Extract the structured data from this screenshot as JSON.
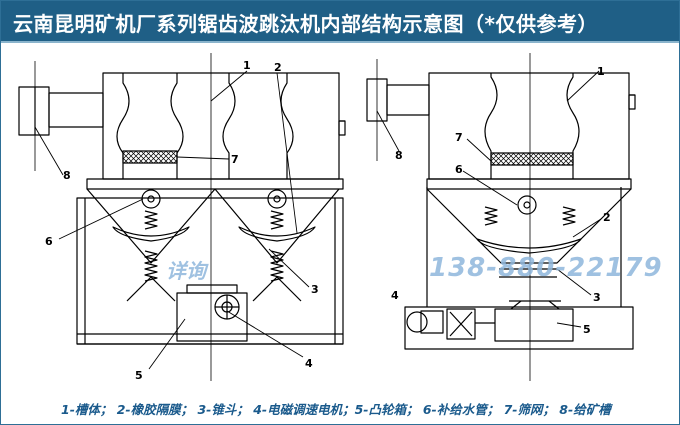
{
  "title": "云南昆明矿机厂系列锯齿波跳汰机内部结构示意图（*仅供参考）",
  "watermark_phone": "138-880-22179",
  "watermark_detail": "详询",
  "caption": "1-槽体； 2-橡胶隔膜； 3-锥斗； 4-电磁调速电机；5-凸轮箱； 6-补给水管； 7-筛网； 8-给矿槽",
  "left_labels": {
    "l1": "1",
    "l2": "2",
    "l3": "3",
    "l4": "4",
    "l5": "5",
    "l6": "6",
    "l7": "7",
    "l8": "8"
  },
  "right_labels": {
    "l1": "1",
    "l2": "2",
    "l3": "3",
    "l4": "4",
    "l5": "5",
    "l6": "6",
    "l7": "7",
    "l8": "8"
  }
}
